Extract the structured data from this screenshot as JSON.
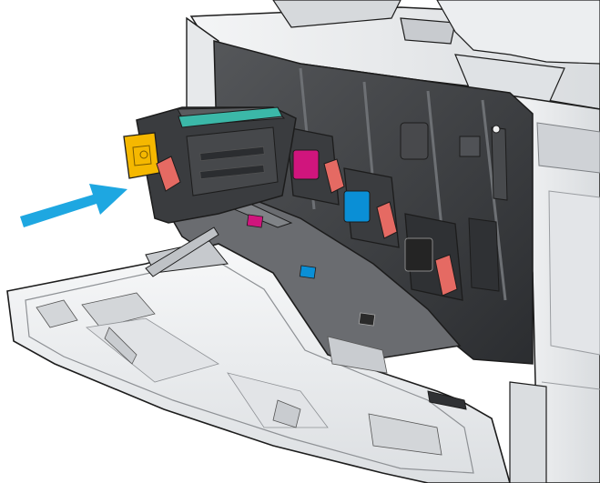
{
  "figure": {
    "subject": "printer-front-door-open-toner-cartridges",
    "colors": {
      "yellow": "#f5b800",
      "magenta": "#d0157d",
      "cyan": "#0a8fd6",
      "black": "#2a2a2a",
      "arrow": "#1ea7e1",
      "orange_handle": "#e56a63",
      "teal_drum": "#3bb8a8",
      "printer_body": "#e9ebed",
      "printer_shadow": "#b9bcc0",
      "cavity": "#3c3e41",
      "outline": "#1c1c1c"
    },
    "icons": [
      "insert-arrow-icon",
      "yellow-toner-cartridge",
      "magenta-toner-slot",
      "cyan-toner-slot",
      "black-toner-slot"
    ]
  }
}
